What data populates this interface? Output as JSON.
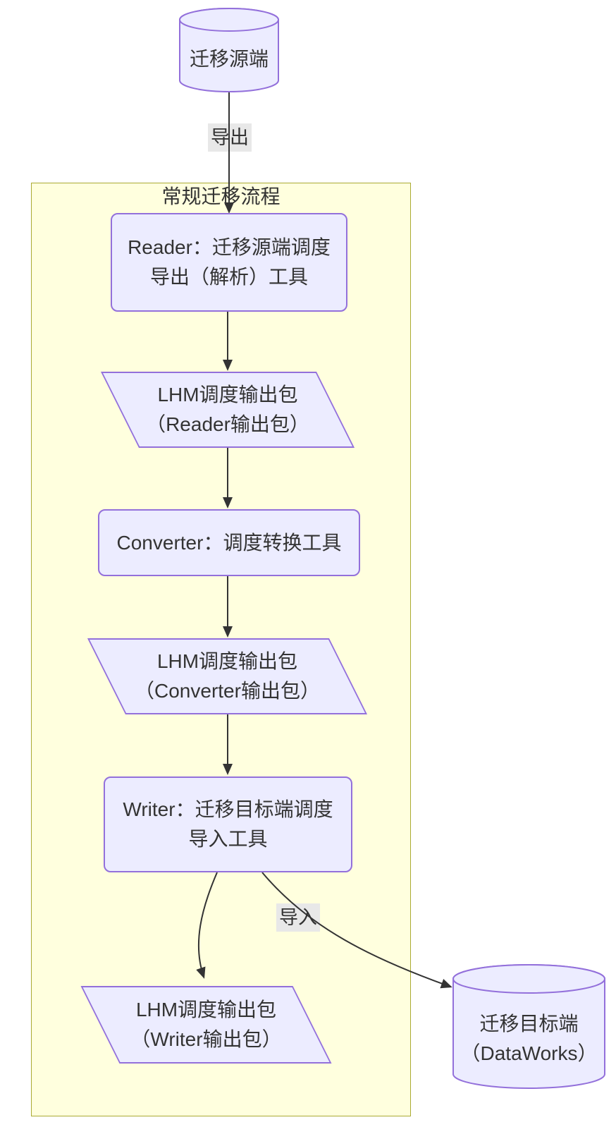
{
  "diagram": {
    "cluster": {
      "title": "常规迁移流程"
    },
    "nodes": {
      "source": {
        "line1": "迁移源端"
      },
      "reader": {
        "line1": "Reader：迁移源端调度",
        "line2": "导出（解析）工具"
      },
      "reader_output": {
        "line1": "LHM调度输出包",
        "line2": "（Reader输出包）"
      },
      "converter": {
        "line1": "Converter：调度转换工具"
      },
      "converter_output": {
        "line1": "LHM调度输出包",
        "line2": "（Converter输出包）"
      },
      "writer": {
        "line1": "Writer：迁移目标端调度",
        "line2": "导入工具"
      },
      "writer_output": {
        "line1": "LHM调度输出包",
        "line2": "（Writer输出包）"
      },
      "target": {
        "line1": "迁移目标端",
        "line2": "（DataWorks）"
      }
    },
    "edge_labels": {
      "export": "导出",
      "import": "导入"
    },
    "colors": {
      "node_fill": "#ECECFF",
      "node_border": "#9370DB",
      "cluster_fill": "#FFFFDE",
      "cluster_border": "#AAAA33",
      "edge_color": "#333333",
      "edge_label_bg": "#E8E8E8",
      "text": "#333333"
    }
  }
}
